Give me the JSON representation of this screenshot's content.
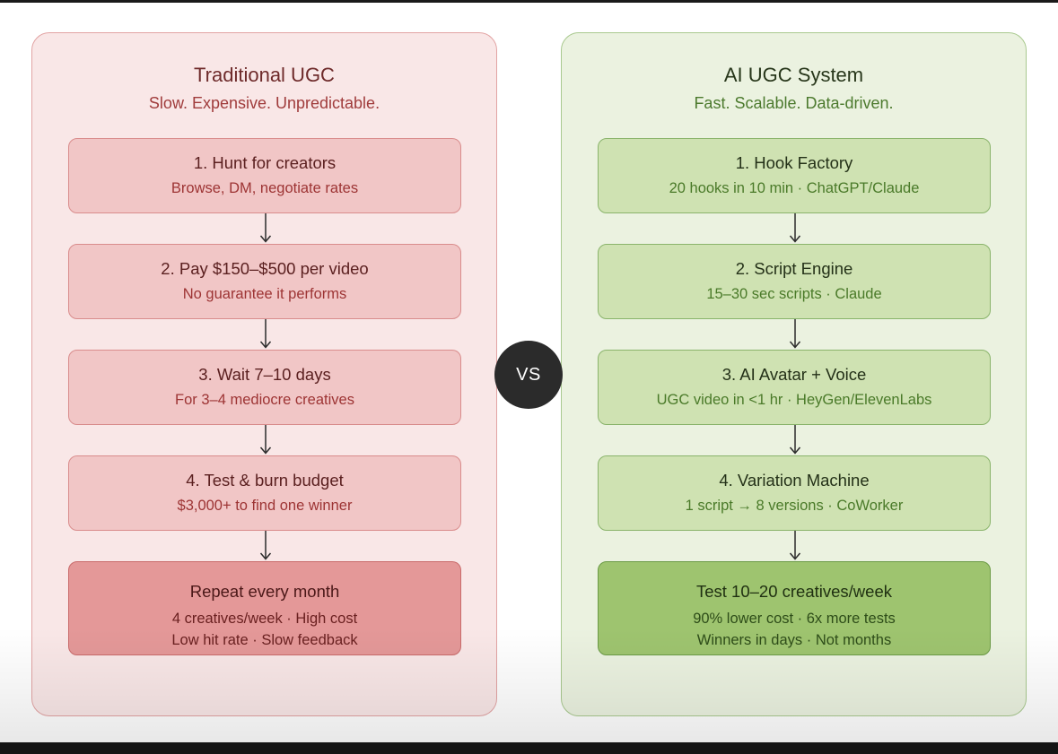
{
  "vs": "VS",
  "left": {
    "title": "Traditional UGC",
    "subtitle": "Slow. Expensive. Unpredictable.",
    "steps": [
      {
        "title": "1. Hunt for creators",
        "desc": "Browse, DM, negotiate rates"
      },
      {
        "title": "2. Pay $150–$500 per video",
        "desc": "No guarantee it performs"
      },
      {
        "title": "3. Wait 7–10 days",
        "desc": "For 3–4 mediocre creatives"
      },
      {
        "title": "4. Test & burn budget",
        "desc": "$3,000+ to find one winner"
      }
    ],
    "final": {
      "title": "Repeat every month",
      "line1": "4 creatives/week · High cost",
      "line2": "Low hit rate · Slow feedback"
    }
  },
  "right": {
    "title": "AI UGC System",
    "subtitle": "Fast. Scalable. Data-driven.",
    "steps": [
      {
        "title": "1. Hook Factory",
        "desc": "20 hooks in 10 min · ChatGPT/Claude"
      },
      {
        "title": "2. Script Engine",
        "desc": "15–30 sec scripts · Claude"
      },
      {
        "title": "3. AI Avatar + Voice",
        "desc": "UGC video in <1 hr · HeyGen/ElevenLabs"
      },
      {
        "title": "4. Variation Machine",
        "desc": "1 script → 8 versions · CoWorker"
      }
    ],
    "final": {
      "title": "Test 10–20 creatives/week",
      "line1": "90% lower cost · 6x more tests",
      "line2": "Winners in days · Not months"
    }
  },
  "colors": {
    "left_accent": "#d98c8c",
    "right_accent": "#8ab46b",
    "vs_circle": "#2b2b2b"
  }
}
